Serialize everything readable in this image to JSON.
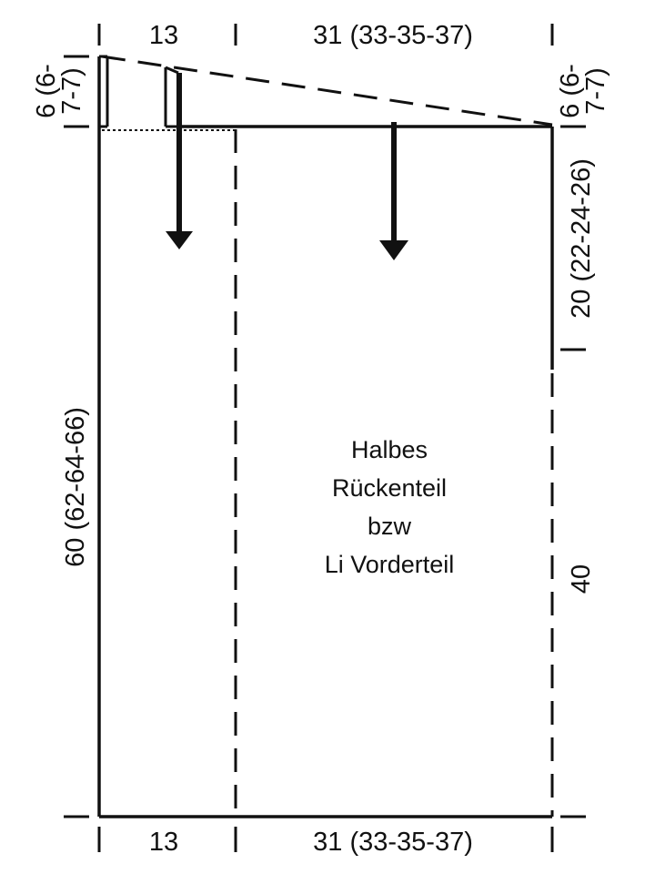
{
  "colors": {
    "line": "#111111",
    "background": "#ffffff"
  },
  "dimensions": {
    "top_left_width": "13",
    "top_right_width": "31 (33-35-37)",
    "bottom_left_width": "13",
    "bottom_right_width": "31 (33-35-37)",
    "left_shoulder_height_line1": "6 (6-",
    "left_shoulder_height_line2": "7-7)",
    "right_shoulder_height_line1": "6 (6-",
    "right_shoulder_height_line2": "7-7)",
    "armhole_height": "20 (22-24-26)",
    "side_height": "40",
    "total_height": "60 (62-64-66)"
  },
  "piece_label": {
    "line1": "Halbes",
    "line2": "Rückenteil",
    "line3": "bzw",
    "line4": "Li Vorderteil"
  }
}
